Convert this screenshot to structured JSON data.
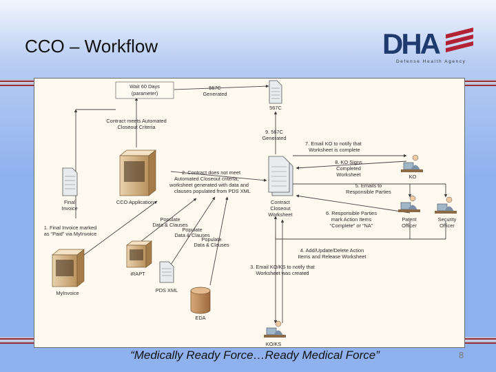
{
  "slide": {
    "title": "CCO – Workflow",
    "footer": "“Medically Ready Force…Ready Medical Force”",
    "page_number": "8"
  },
  "logo": {
    "text": "DHA",
    "tagline": "Defense Health Agency",
    "colors": {
      "navy": "#1f3a6e",
      "red": "#b22234"
    }
  },
  "diagram": {
    "nodes": {
      "wait_box": {
        "line1": "Wait 60 Days",
        "line2": "(parameter)"
      },
      "generated_567c": {
        "line1": "567C",
        "line2": "Generated"
      },
      "doc_567c": "567C",
      "automated": {
        "line1": "Contract meets Automated",
        "line2": "Closeout Criteria"
      },
      "step9": {
        "line1": "9. 567C",
        "line2": "Generated"
      },
      "step7": {
        "line1": "7. Email KO to notify that",
        "line2": "Worksheet is complete"
      },
      "step8": {
        "line1": "8. KO Signs",
        "line2": "Completed",
        "line3": "Worksheet"
      },
      "ko": "KO",
      "step2": {
        "line1": "2. Contract does not meet",
        "line2": "Automated Closeout criteria,",
        "line3": "worksheet generated with data and",
        "line4": "clauses populated from PDS XML"
      },
      "final_invoice": {
        "line1": "Final",
        "line2": "Invoice"
      },
      "cco_app": "CCO Application",
      "step5": {
        "line1": "5. Emails to",
        "line2": "Responsible Parties"
      },
      "worksheet": {
        "line1": "Contract",
        "line2": "Closeout",
        "line3": "Worksheet"
      },
      "step6": {
        "line1": "6. Responsible Parties",
        "line2": "mark Action Items",
        "line3": "“Complete” or “NA”"
      },
      "patent_officer": {
        "line1": "Patent",
        "line2": "Officer"
      },
      "security_officer": {
        "line1": "Security",
        "line2": "Officer"
      },
      "step1": {
        "line1": "1. Final Invoice marked",
        "line2": "as “Paid” via MyInvoice"
      },
      "populate1": {
        "line1": "Populate",
        "line2": "Data & Clauses"
      },
      "populate2": {
        "line1": "Populate",
        "line2": "Data & Clauses"
      },
      "populate3": {
        "line1": "Populate",
        "line2": "Data & Clauses"
      },
      "step4": {
        "line1": "4. Add/Update/Delete Action",
        "line2": "Items and Release Worksheet"
      },
      "myinvoice": "MyInvoice",
      "irapt": "iRAPT",
      "pds_xml": "PDS XML",
      "step3": {
        "line1": "3. Email KO/KS to notify that",
        "line2": "Worksheet was created"
      },
      "eda": "EDA",
      "koks": "KO/KS"
    }
  }
}
